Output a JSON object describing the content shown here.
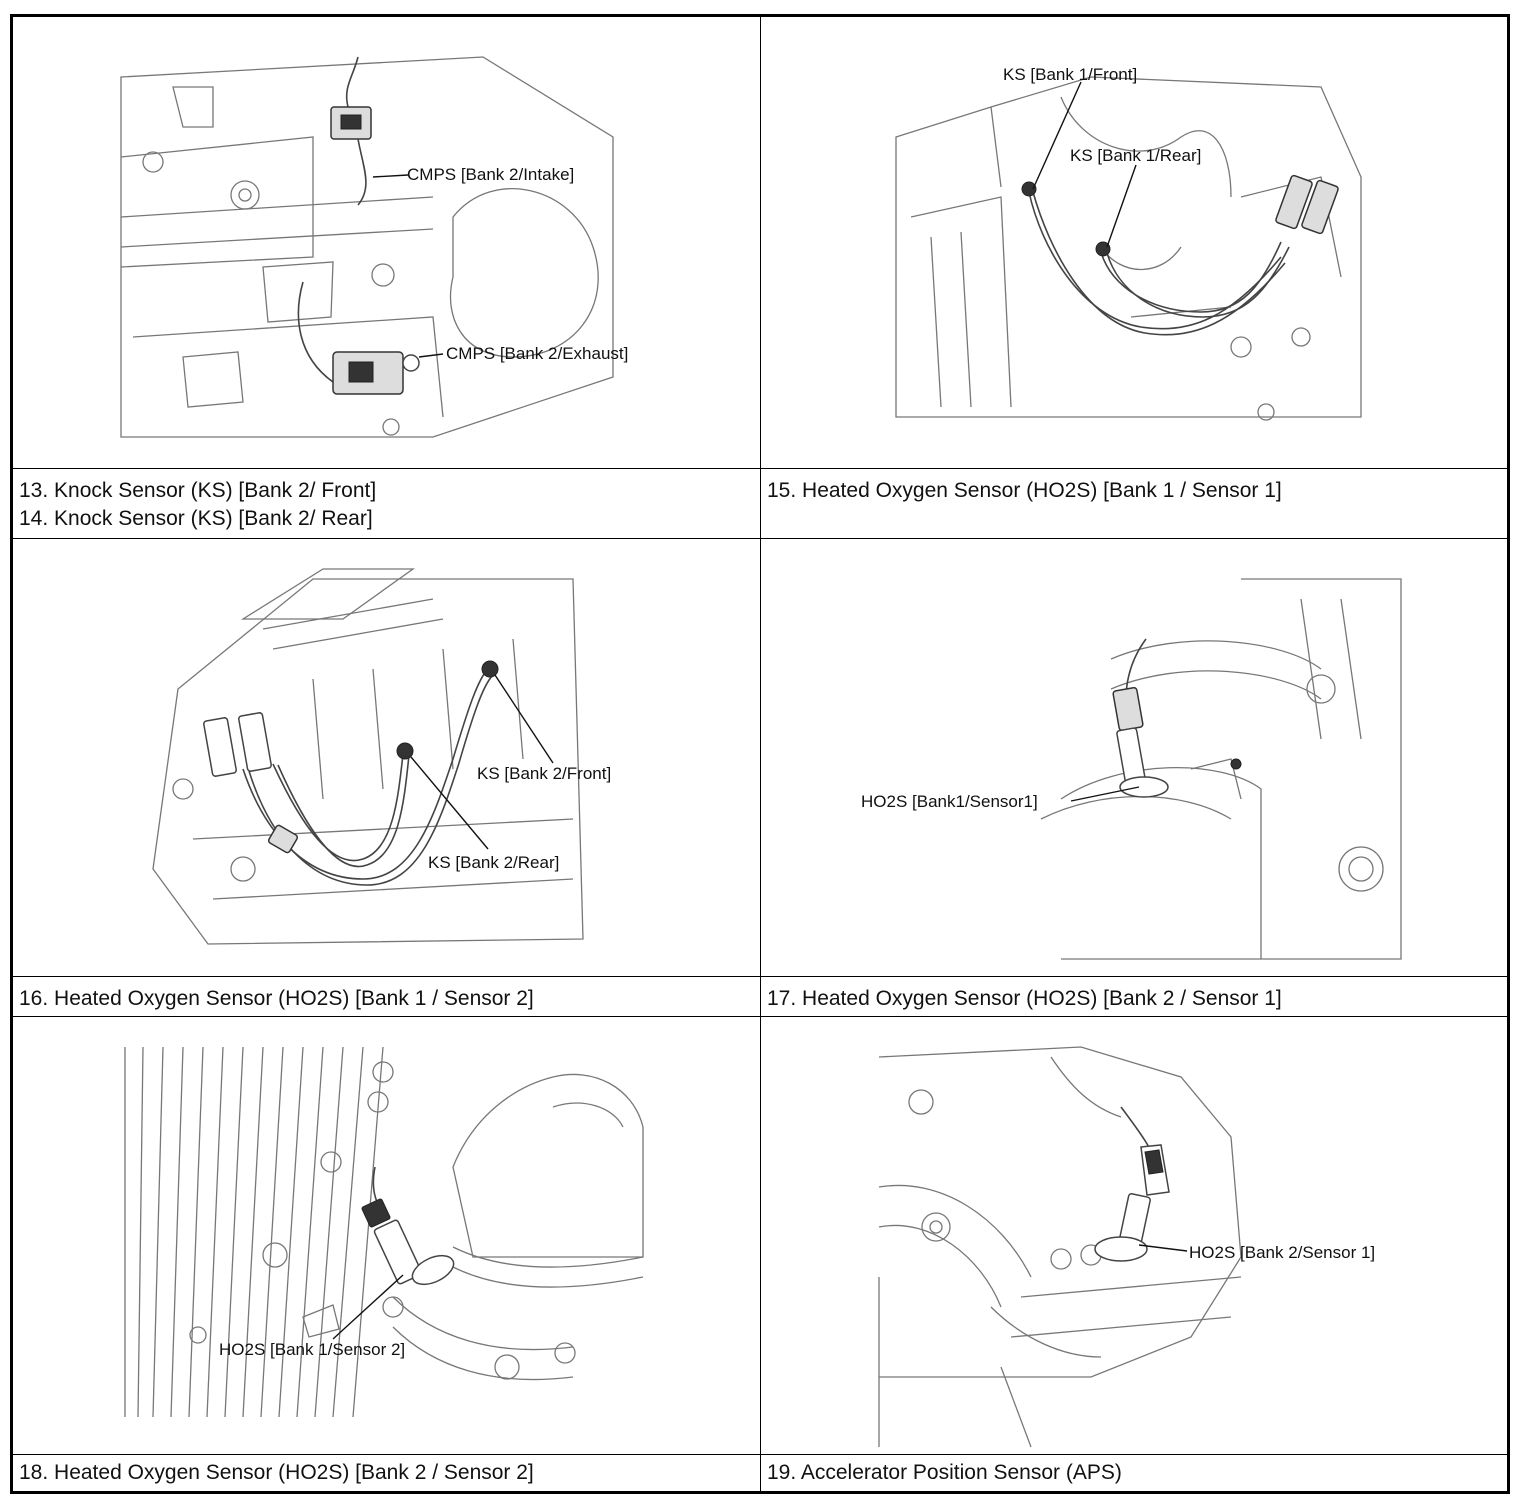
{
  "figures": {
    "fig1": {
      "callout_intake": "CMPS [Bank 2/Intake]",
      "callout_exhaust": "CMPS [Bank 2/Exhaust]"
    },
    "fig2": {
      "callout_front": "KS [Bank 1/Front]",
      "callout_rear": "KS [Bank 1/Rear]"
    },
    "fig3": {
      "callout_front": "KS [Bank 2/Front]",
      "callout_rear": "KS [Bank 2/Rear]"
    },
    "fig4": {
      "callout": "HO2S [Bank1/Sensor1]"
    },
    "fig5": {
      "callout": "HO2S [Bank 1/Sensor 2]"
    },
    "fig6": {
      "callout": "HO2S [Bank 2/Sensor 1]"
    }
  },
  "captions": {
    "c13": "13. Knock Sensor (KS) [Bank 2/ Front]",
    "c14": "14. Knock Sensor (KS) [Bank 2/ Rear]",
    "c15": "15. Heated Oxygen Sensor (HO2S) [Bank 1 / Sensor 1]",
    "c16": "16. Heated Oxygen Sensor (HO2S) [Bank 1 / Sensor 2]",
    "c17": "17. Heated Oxygen Sensor (HO2S) [Bank 2 / Sensor 1]",
    "c18": "18. Heated Oxygen Sensor (HO2S) [Bank 2 / Sensor 2]",
    "c19": "19. Accelerator Position Sensor (APS)"
  }
}
